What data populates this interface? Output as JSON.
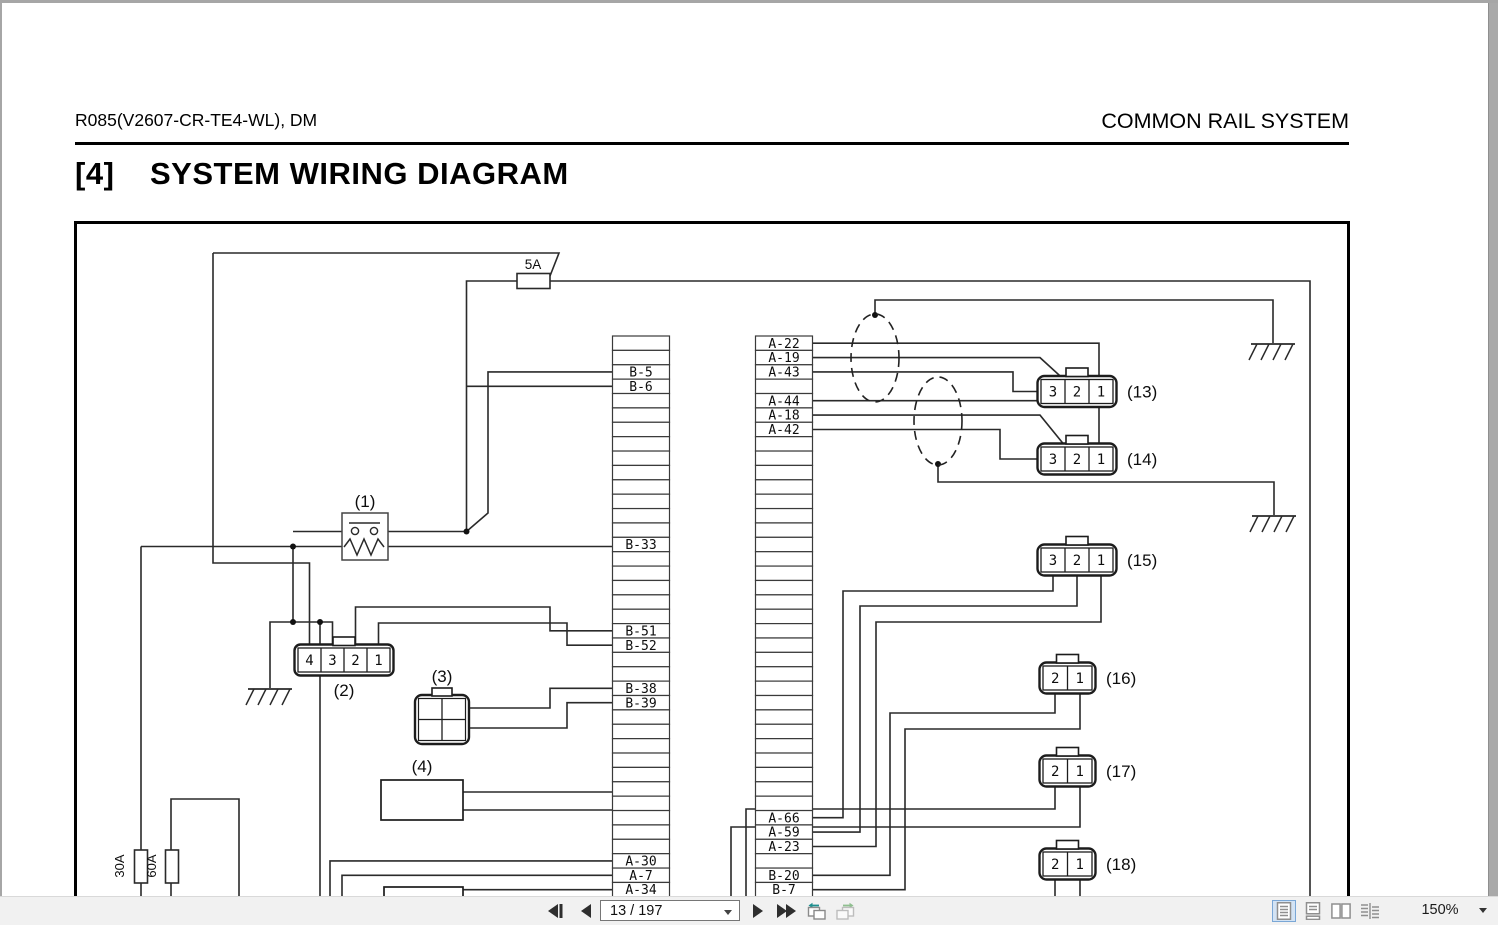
{
  "header": {
    "doc_code": "R085(V2607-CR-TE4-WL), DM",
    "section_title": "COMMON RAIL SYSTEM",
    "heading_number": "[4]",
    "heading_text": "SYSTEM WIRING DIAGRAM"
  },
  "diagram": {
    "fuses": {
      "top": "5A",
      "bottom_left_1": "30A",
      "bottom_left_2": "60A"
    },
    "component_labels": {
      "c1": "(1)",
      "c2": "(2)",
      "c3": "(3)",
      "c4": "(4)"
    },
    "component_connector_pins": [
      "4",
      "3",
      "2",
      "1"
    ],
    "left_pin_labels": [
      {
        "row": 2,
        "label": "B-5"
      },
      {
        "row": 3,
        "label": "B-6"
      },
      {
        "row": 14,
        "label": "B-33"
      },
      {
        "row": 20,
        "label": "B-51"
      },
      {
        "row": 21,
        "label": "B-52"
      },
      {
        "row": 24,
        "label": "B-38"
      },
      {
        "row": 25,
        "label": "B-39"
      },
      {
        "row": 36,
        "label": "A-30"
      },
      {
        "row": 37,
        "label": "A-7"
      },
      {
        "row": 38,
        "label": "A-34"
      }
    ],
    "right_pin_labels": [
      {
        "row": 0,
        "label": "A-22"
      },
      {
        "row": 1,
        "label": "A-19"
      },
      {
        "row": 2,
        "label": "A-43"
      },
      {
        "row": 4,
        "label": "A-44"
      },
      {
        "row": 5,
        "label": "A-18"
      },
      {
        "row": 6,
        "label": "A-42"
      },
      {
        "row": 33,
        "label": "A-66"
      },
      {
        "row": 34,
        "label": "A-59"
      },
      {
        "row": 35,
        "label": "A-23"
      },
      {
        "row": 37,
        "label": "B-20"
      },
      {
        "row": 38,
        "label": "B-7"
      }
    ],
    "connectors": [
      {
        "label": "(13)",
        "pins": [
          "3",
          "2",
          "1"
        ]
      },
      {
        "label": "(14)",
        "pins": [
          "3",
          "2",
          "1"
        ]
      },
      {
        "label": "(15)",
        "pins": [
          "3",
          "2",
          "1"
        ]
      },
      {
        "label": "(16)",
        "pins": [
          "2",
          "1"
        ]
      },
      {
        "label": "(17)",
        "pins": [
          "2",
          "1"
        ]
      },
      {
        "label": "(18)",
        "pins": [
          "2",
          "1"
        ]
      }
    ]
  },
  "toolbar": {
    "page_indicator": "13 / 197",
    "zoom_level": "150%",
    "icons": {
      "first_page": "left-triangle-with-bar",
      "previous_page": "left-triangle",
      "next_page": "right-triangle",
      "last_page": "double-right-triangle",
      "previous_view": "overlapping-pages-teal-back-arrow",
      "next_view": "overlapping-pages-green-forward-arrow",
      "single_page_view": "single-page",
      "continuous_view": "page-scroll",
      "two_page_view": "two-pages",
      "two_page_scroll_view": "two-page-scroll",
      "page_dropdown": "down-caret",
      "zoom_dropdown": "down-caret"
    }
  }
}
